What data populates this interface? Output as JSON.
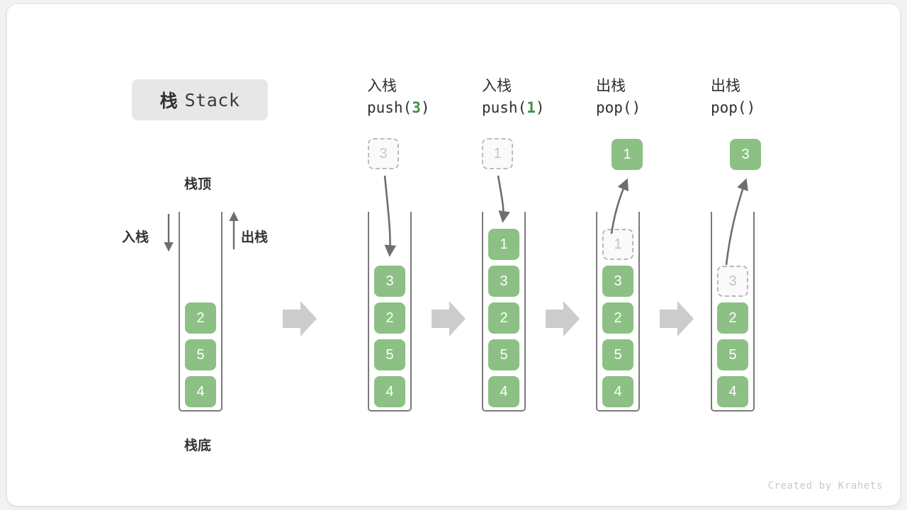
{
  "title": {
    "cjk": "栈",
    "latin": "Stack"
  },
  "labels": {
    "top": "栈顶",
    "bottom": "栈底",
    "push": "入栈",
    "pop": "出栈"
  },
  "footer": "Created by Krahets",
  "colors": {
    "element": "#8cc084",
    "element_text": "#ffffff",
    "ghost_border": "#b8b8b8",
    "ghost_text": "#c2c2c2",
    "tube": "#7b7b7b",
    "arrow": "#6e6e6e",
    "separator": "#cccccc",
    "accent_number": "#3f9142",
    "badge_bg": "#e7e7e7",
    "card_bg": "#ffffff",
    "page_bg": "#f2f2f2"
  },
  "columns": [
    {
      "id": "initial",
      "head_line1": "",
      "head_line2_prefix": "",
      "head_line2_num": "",
      "head_line2_suffix": "",
      "stack": [
        "2",
        "5",
        "4"
      ],
      "ghost_index": -1,
      "float_box": null,
      "float_style": null
    },
    {
      "id": "push-3",
      "head_line1": "入栈",
      "head_line2_prefix": "push(",
      "head_line2_num": "3",
      "head_line2_suffix": ")",
      "stack": [
        "3",
        "2",
        "5",
        "4"
      ],
      "ghost_index": -1,
      "float_box": "3",
      "float_style": "ghost"
    },
    {
      "id": "push-1",
      "head_line1": "入栈",
      "head_line2_prefix": "push(",
      "head_line2_num": "1",
      "head_line2_suffix": ")",
      "stack": [
        "1",
        "3",
        "2",
        "5",
        "4"
      ],
      "ghost_index": -1,
      "float_box": "1",
      "float_style": "ghost"
    },
    {
      "id": "pop-1",
      "head_line1": "出栈",
      "head_line2_prefix": "pop(",
      "head_line2_num": "",
      "head_line2_suffix": ")",
      "stack": [
        "1",
        "3",
        "2",
        "5",
        "4"
      ],
      "ghost_index": 0,
      "float_box": "1",
      "float_style": "solid"
    },
    {
      "id": "pop-3",
      "head_line1": "出栈",
      "head_line2_prefix": "pop(",
      "head_line2_num": "",
      "head_line2_suffix": ")",
      "stack": [
        "3",
        "2",
        "5",
        "4"
      ],
      "ghost_index": 0,
      "float_box": "3",
      "float_style": "solid"
    }
  ]
}
